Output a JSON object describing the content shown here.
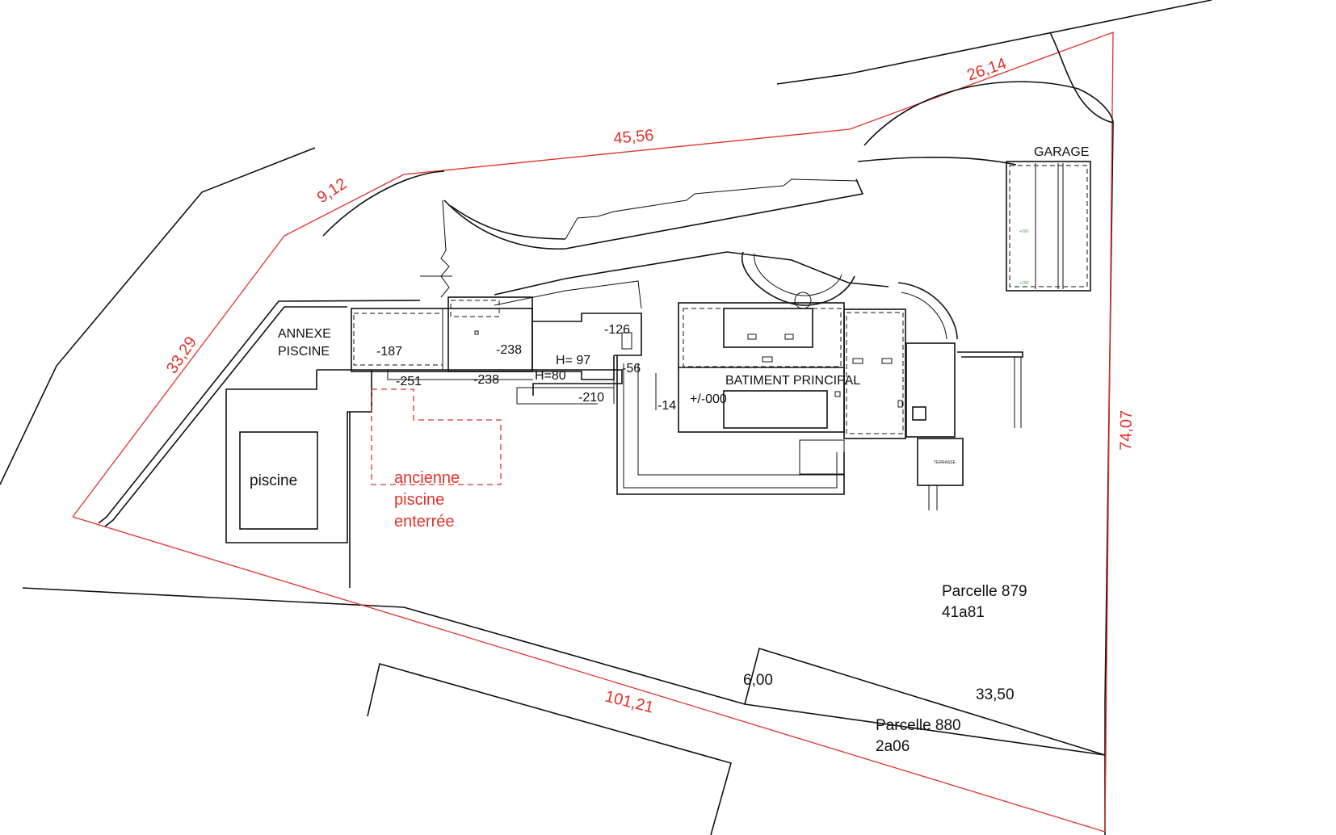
{
  "labels": {
    "garage": "GARAGE",
    "annexe_line1": "ANNEXE",
    "annexe_line2": "PISCINE",
    "batiment": "BATIMENT PRINCIPAL",
    "piscine": "piscine",
    "ancienne_line1": "ancienne",
    "ancienne_line2": "piscine",
    "ancienne_line3": "enterrée",
    "parcelle879_line1": "Parcelle 879",
    "parcelle879_line2": "41a81",
    "parcelle880_line1": "Parcelle 880",
    "parcelle880_line2": "2a06"
  },
  "levels": {
    "l187": "-187",
    "l238a": "-238",
    "l251": "-251",
    "l238b": "-238",
    "h97": "H= 97",
    "h80": "H=80",
    "l210": "-210",
    "l126": "-126",
    "l56": "-56",
    "l14": "-14",
    "l000": "+/-000"
  },
  "dimensions": {
    "d912": "9,12",
    "d4556": "45,56",
    "d2614": "26,14",
    "d3329": "33,29",
    "d7407": "74,07",
    "d10121": "101,21",
    "d600": "6,00",
    "d3350": "33,50"
  },
  "colors": {
    "boundary": "#e0322b",
    "lines": "#111111"
  }
}
